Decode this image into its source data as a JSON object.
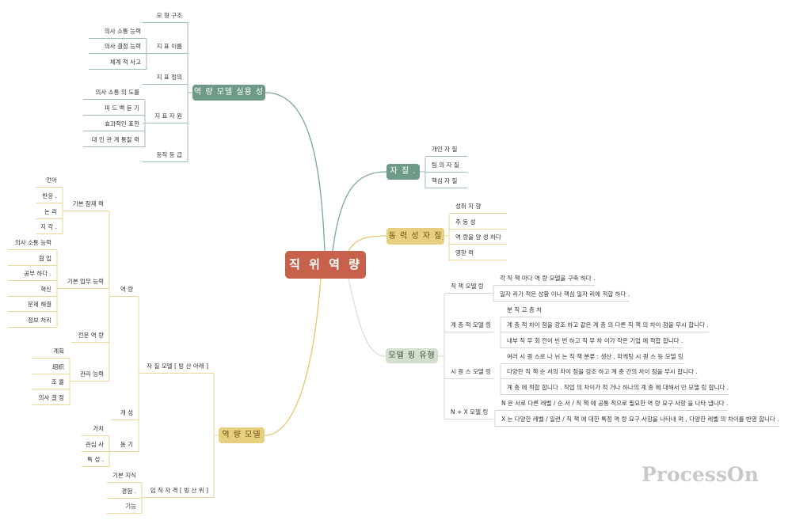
{
  "title": "직 위 역 량",
  "watermark": "ProcessOn",
  "colors": {
    "center": "#c8614b",
    "green": "#6e9a88",
    "yellow": "#e6cf7f",
    "modeling": "#d3e0cf"
  },
  "practicality": {
    "label": "역 량 모델 실용 성",
    "items": [
      "모 형 구조",
      "지 표 이름",
      "지 표 정의",
      "지 표 자 원",
      "등작 등 급"
    ],
    "indicator_names": [
      "의사 소통 능력",
      "의사 결정 능력",
      "체계 적 사고"
    ],
    "indicator_resources": [
      "의사 소통 의 도를",
      "피 드 백 듣 기",
      "효과적인 표현",
      "대 인 관 계 통찰 력"
    ]
  },
  "qualities": {
    "label": "자 질 .",
    "items": [
      "개인 자 질",
      "팀 의 자 질",
      "핵심 자 질"
    ]
  },
  "motivational": {
    "label": "동 력 성 자 질",
    "items": [
      "성취 지 향",
      "주 동 성",
      "역 량을 양 성 하다",
      "영향 력"
    ]
  },
  "modeling": {
    "label": "모델 링 유형",
    "types": [
      {
        "label": "직 책 모델 링",
        "details": [
          "각 직 책 마다 역 량 모델을 구축 하다 .",
          "일자 리가 적은 상황 이나 핵심 일자 리에 적합 하다 ."
        ]
      },
      {
        "label": "계 층 적 모델 링",
        "details": [
          "분 직 고 층 처",
          "계 층 적 차이 점을 강조 하고 같은 계 층 의 다른 직 책 의 차이 점을 무시 합니다 .",
          "내부 직 무 회 전이 빈 번 하고 직 무 차 이가 작은 기업 에 적합 합니다 ."
        ]
      },
      {
        "label": "시 퀀 스 모델 링",
        "details": [
          "여러 시 퀀 스로 나 뉘 는 직 책 분류 : 생산 , 마케팅 시 퀀 스 등 모델 링",
          "다양한 직 책 순 서의 차이 점을 강조 하고 계 층 간의 차이 점을 무시 합니다 .",
          "계 층 에 적합 합니다 . 작업 의 차이가 적 거나 하나의 계 층 에 대해서 만 모델 링 합니다 ."
        ]
      },
      {
        "label": "N + X 모델 링",
        "details": [
          "N 은 서로 다른 레벨 / 순 서 / 직 책 에 공통 적으로 필요한 역 량 요구 사항 을 나타 냅니다 .",
          "X 는 다양한 레벨 / 일련 / 직 책 에 대한 특정 역 량 요구 사항을 나타내 며 , 다양한 레벨 의 차이를 반영 합니다 ."
        ]
      }
    ]
  },
  "competency_model": {
    "label": "역 량 모델",
    "quality_model": {
      "label": "자 질 모델 [ 빙 산 아래 ]",
      "competency": {
        "label": "역 량",
        "basic_potential": {
          "label": "기본 잠재 력",
          "items": [
            "언어",
            "반응 .",
            "논 리",
            "지 각 ."
          ]
        },
        "basic_work": {
          "label": "기본 업무 능력",
          "items": [
            "의사 소통 능력",
            "협 업",
            "공부 하다 .",
            "혁신",
            "문제 해결",
            "정보 처리"
          ]
        },
        "professional": {
          "label": "전문 역 량"
        },
        "management": {
          "label": "관리 능력",
          "items": [
            "계획",
            "组织",
            "조 율",
            "의사 결 정"
          ]
        }
      },
      "personality": {
        "label": "개 성"
      },
      "motive": {
        "label": "동 기",
        "items": [
          "가치",
          "관심 사",
          "특 성 ."
        ]
      }
    },
    "qualification": {
      "label": "임 직 자 격 [ 빙 산 위 ]",
      "items": [
        "기본 지식",
        "경험 .",
        "기능"
      ]
    }
  }
}
